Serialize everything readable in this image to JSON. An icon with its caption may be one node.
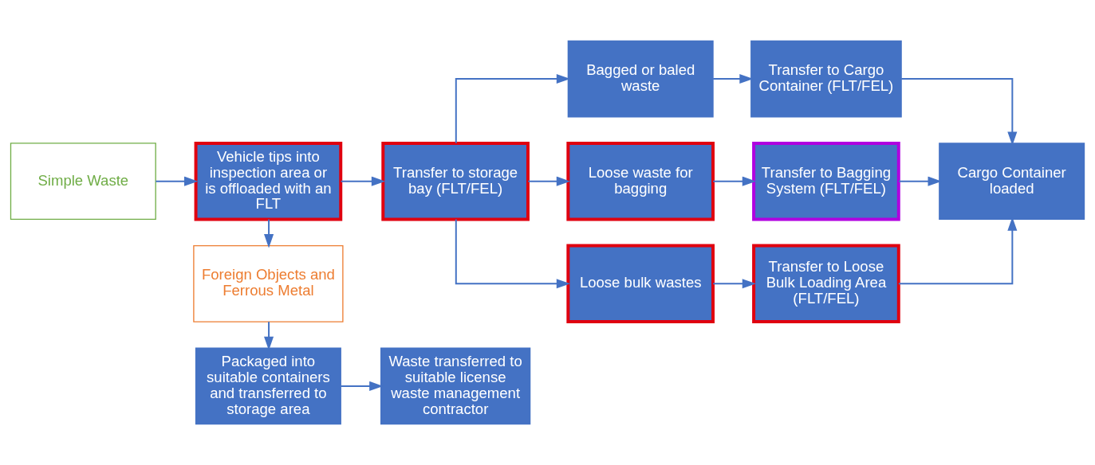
{
  "diagram": {
    "nodes": [
      {
        "text": [
          "Simple Waste"
        ]
      },
      {
        "text": [
          "Vehicle tips into inspection area or is offloaded with an FLT"
        ]
      },
      {
        "text": [
          "Transfer to storage bay (FLT/FEL)"
        ]
      },
      {
        "text": [
          "Bagged or baled waste"
        ]
      },
      {
        "text": [
          "Transfer to Cargo Container (FLT/FEL)"
        ]
      },
      {
        "text": [
          "Loose waste for bagging"
        ]
      },
      {
        "text": [
          "Transfer to Bagging System (FLT/FEL)"
        ]
      },
      {
        "text": [
          "Loose bulk wastes"
        ]
      },
      {
        "text": [
          "Transfer to Loose Bulk Loading Area (FLT/FEL)"
        ]
      },
      {
        "text": [
          "Cargo Container loaded"
        ]
      },
      {
        "text": [
          "Foreign Objects and Ferrous Metal"
        ]
      },
      {
        "text": [
          "Packaged into suitable containers and transferred to storage area"
        ]
      },
      {
        "text": [
          "Waste transferred to suitable license waste management contractor"
        ]
      }
    ],
    "edges": [
      {
        "from": 0,
        "to": 1,
        "arrow": "to"
      },
      {
        "from": 1,
        "to": 2,
        "arrow": "to"
      },
      {
        "from": 2,
        "to": 3,
        "arrow": "to"
      },
      {
        "from": 2,
        "to": 5,
        "arrow": "to"
      },
      {
        "from": 2,
        "to": 7,
        "arrow": "to"
      },
      {
        "from": 3,
        "to": 4,
        "arrow": "to"
      },
      {
        "from": 5,
        "to": 6,
        "arrow": "to"
      },
      {
        "from": 7,
        "to": 8,
        "arrow": "to"
      },
      {
        "from": 4,
        "to": 9,
        "arrow": "to"
      },
      {
        "from": 6,
        "to": 9,
        "arrow": "to"
      },
      {
        "from": 8,
        "to": 9,
        "arrow": "to"
      },
      {
        "from": 1,
        "to": 10,
        "arrow": "to"
      },
      {
        "from": 10,
        "to": 11,
        "arrow": "to"
      },
      {
        "from": 11,
        "to": 12,
        "arrow": "to"
      }
    ]
  }
}
